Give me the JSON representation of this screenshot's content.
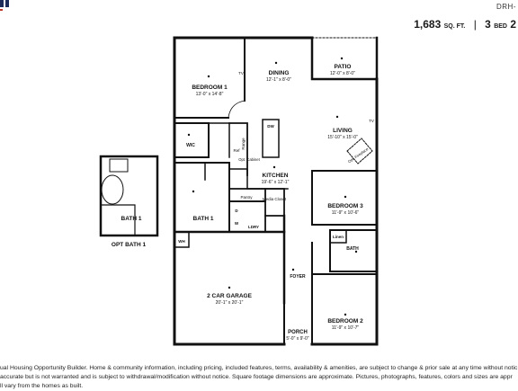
{
  "header": {
    "plan_code": "DRH-",
    "sqft_value": "1,683",
    "sqft_unit": "SQ. FT.",
    "beds_value": "3",
    "beds_unit": "BED",
    "baths_value": "2"
  },
  "rooms": {
    "bedroom1": {
      "name": "BEDROOM 1",
      "dims": "13'-0\" x 14'-8\""
    },
    "dining": {
      "name": "DINING",
      "dims": "12'-1\" x 8'-0\""
    },
    "patio": {
      "name": "PATIO",
      "dims": "12'-0\" x 8'-0\""
    },
    "living": {
      "name": "LIVING",
      "dims": "15'-10\" x 15'-0\""
    },
    "kitchen": {
      "name": "KITCHEN",
      "dims": "19'-6\" x 12'-1\""
    },
    "bedroom3": {
      "name": "BEDROOM 3",
      "dims": "11'-9\" x 10'-6\""
    },
    "bedroom2": {
      "name": "BEDROOM 2",
      "dims": "11'-9\" x 10'-7\""
    },
    "garage": {
      "name": "2 CAR GARAGE",
      "dims": "20'-1\" x 20'-1\""
    },
    "porch": {
      "name": "PORCH",
      "dims": "5'-0\" x 9'-0\""
    },
    "bath1": {
      "name": "BATH 1"
    },
    "bath": {
      "name": "BATH"
    },
    "opt_bath1": {
      "name": "BATH 1"
    },
    "opt_bath_caption": "OPT BATH 1",
    "foyer": "FOYER",
    "wic": "WIC",
    "pantry": "Pantry",
    "media_closet": "Media Closet",
    "ldry": "LDRY",
    "linen": "Linen",
    "range": "Range",
    "ref": "Ref",
    "dw": "DW",
    "opt_cabinet": "Opt. Cabinet",
    "opt_fireplace": "Opt. Fireplace",
    "tv": "TV",
    "wh": "WH",
    "d": "D",
    "w": "W"
  },
  "disclaimer": {
    "line1": "ual Housing Opportunity Builder. Home & community information, including pricing, included features, terms, availability & amenities, are subject to change & prior sale at any time without notic",
    "line2": "accurate but is not warranted and is subject to withdrawal/modification without notice. Square footage dimensions are approximate. Pictures, photographs, features, colors and sizes are appr",
    "line3": "ll vary from the homes as built."
  }
}
